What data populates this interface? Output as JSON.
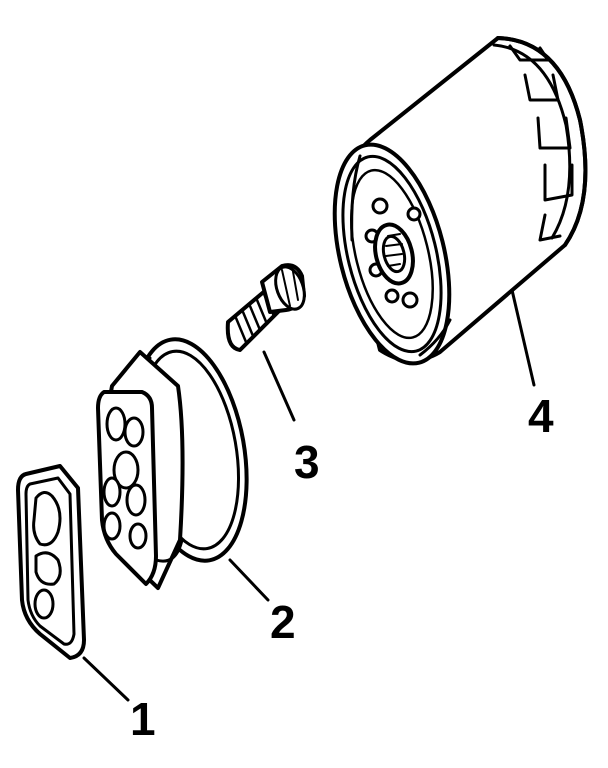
{
  "diagram": {
    "parts": [
      {
        "id": "part-1",
        "label": "1"
      },
      {
        "id": "part-2",
        "label": "2"
      },
      {
        "id": "part-3",
        "label": "3"
      },
      {
        "id": "part-4",
        "label": "4"
      }
    ]
  }
}
